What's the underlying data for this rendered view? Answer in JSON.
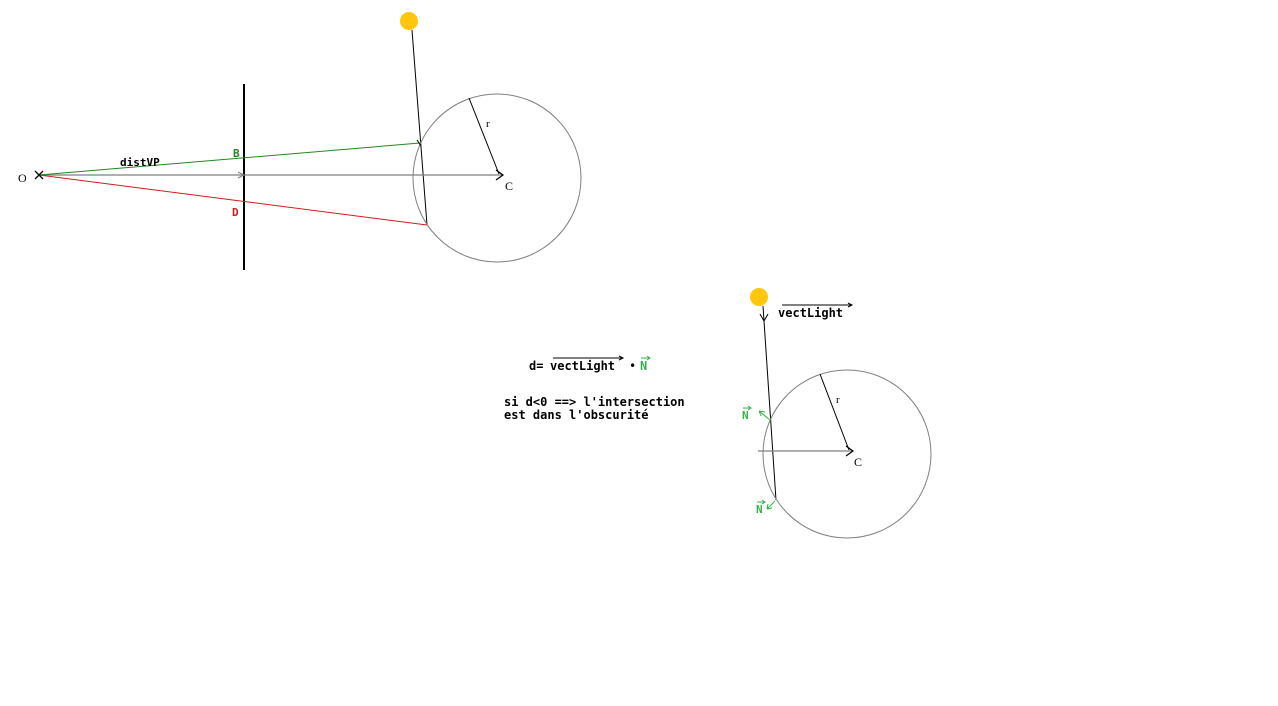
{
  "colors": {
    "sun": "#FFC60B",
    "green_ray": "#1E8A1E",
    "red_ray": "#D41A1A",
    "normal": "#32B44A",
    "axis_gray": "#7F7F7F",
    "line": "#000000",
    "circle": "#808080"
  },
  "diagram1": {
    "origin_label": "O",
    "center_label": "C",
    "radius_label": "r",
    "distance_label": "distVP",
    "point_b_label": "B",
    "point_d_label": "D"
  },
  "diagram2": {
    "vector_label": "vectLight",
    "center_label": "C",
    "radius_label": "r",
    "normal_label_1": "N",
    "normal_label_2": "N"
  },
  "formula": {
    "d_prefix": "d=",
    "vector": "vectLight",
    "dot": "•",
    "normal": "N"
  },
  "note": {
    "line1": "si d<0 ==> l'intersection",
    "line2": "est dans l'obscurité"
  }
}
